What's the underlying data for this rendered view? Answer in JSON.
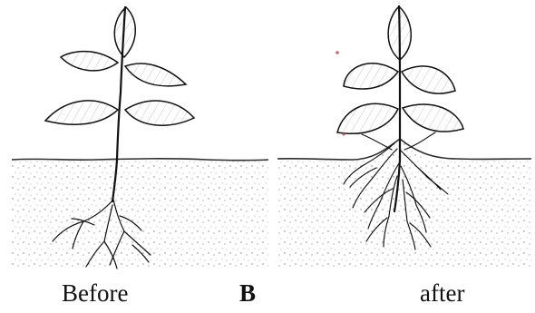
{
  "captions": {
    "before": "Before",
    "label": "B",
    "after": "after"
  },
  "colors": {
    "ink": "#111111",
    "soil": "#5b5b5b",
    "background": "#ffffff",
    "accent_marks": "#b04848"
  },
  "illustrations": [
    {
      "name": "plant-before",
      "description_visible": false
    },
    {
      "name": "plant-after",
      "description_visible": false
    }
  ]
}
